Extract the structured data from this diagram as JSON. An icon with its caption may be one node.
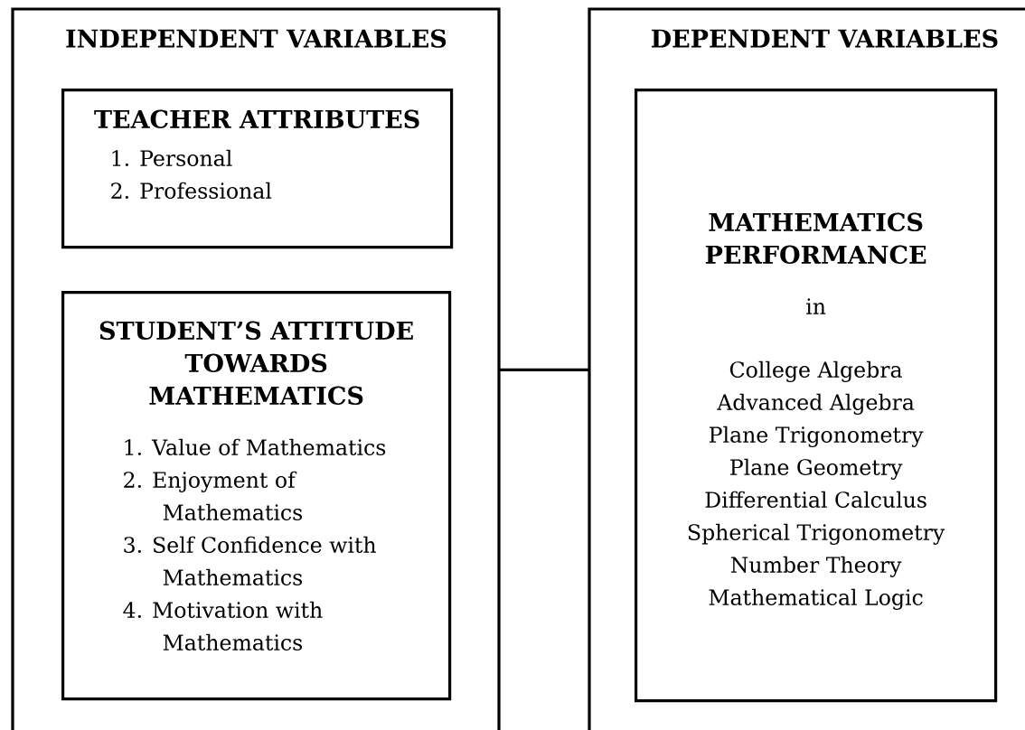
{
  "diagram": {
    "nodes": [
      {
        "text": [
          "INDEPENDENT VARIABLES"
        ]
      },
      {
        "text": [
          "TEACHER ATTRIBUTES",
          "1. Personal",
          "2. Professional"
        ],
        "in": 0
      },
      {
        "text": [
          "STUDENT’S ATTITUDE TOWARDS MATHEMATICS",
          "1. Value of Mathematics",
          "2. Enjoyment of Mathematics",
          "3. Self Confidence with Mathematics",
          "4. Motivation with Mathematics"
        ],
        "in": 0
      },
      {
        "text": [
          "DEPENDENT VARIABLES"
        ]
      },
      {
        "text": [
          "MATHEMATICS PERFORMANCE",
          "in",
          "College Algebra",
          "Advanced Algebra",
          "Plane Trigonometry",
          "Plane Geometry",
          "Differential Calculus",
          "Spherical Trigonometry",
          "Number Theory",
          "Mathematical Logic"
        ],
        "in": 3
      }
    ],
    "edges": [
      {
        "from": 0,
        "to": 3,
        "arrow": "none"
      }
    ]
  }
}
